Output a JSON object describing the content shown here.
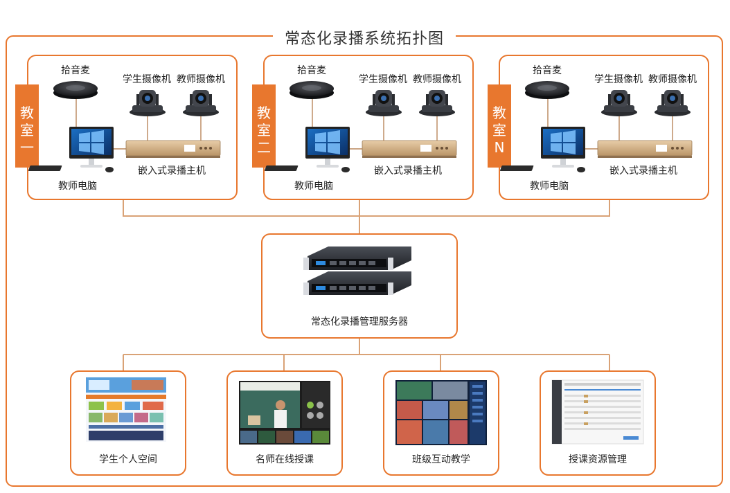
{
  "title": "常态化录播系统拓扑图",
  "colors": {
    "accent": "#e8772e",
    "line": "#d9a276",
    "device": "#d8b48c"
  },
  "classrooms": [
    {
      "tag": [
        "教",
        "室",
        "一"
      ],
      "mic": "拾音麦",
      "student_cam": "学生摄像机",
      "teacher_cam": "教师摄像机",
      "pc": "教师电脑",
      "host": "嵌入式录播主机"
    },
    {
      "tag": [
        "教",
        "室",
        "二"
      ],
      "mic": "拾音麦",
      "student_cam": "学生摄像机",
      "teacher_cam": "教师摄像机",
      "pc": "教师电脑",
      "host": "嵌入式录播主机"
    },
    {
      "tag": [
        "教",
        "室",
        "N"
      ],
      "mic": "拾音麦",
      "student_cam": "学生摄像机",
      "teacher_cam": "教师摄像机",
      "pc": "教师电脑",
      "host": "嵌入式录播主机"
    }
  ],
  "server": {
    "label": "常态化录播管理服务器"
  },
  "apps": [
    {
      "label": "学生个人空间",
      "icon": "student-space-thumbnail"
    },
    {
      "label": "名师在线授课",
      "icon": "online-lecture-thumbnail"
    },
    {
      "label": "班级互动教学",
      "icon": "interactive-class-thumbnail"
    },
    {
      "label": "授课资源管理",
      "icon": "resource-admin-thumbnail"
    }
  ]
}
